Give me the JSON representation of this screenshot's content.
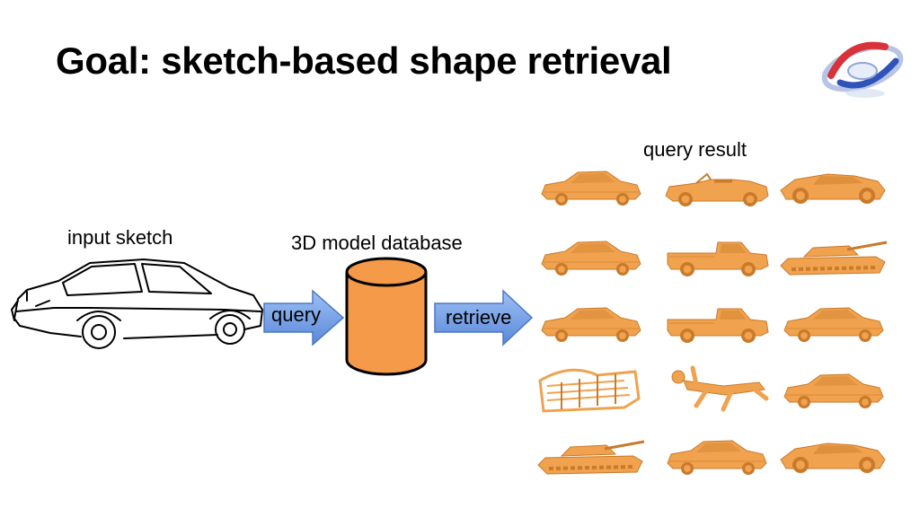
{
  "slide": {
    "title": "Goal: sketch-based shape retrieval"
  },
  "labels": {
    "input_sketch": "input sketch",
    "database": "3D model database",
    "query_result": "query result"
  },
  "arrows": {
    "query": "query",
    "retrieve": "retrieve"
  },
  "colors": {
    "model": "#F0A24E",
    "model_shadow": "#C97A2A",
    "database": "#F49A48",
    "arrow_fill": "#6E9CE6",
    "arrow_stroke": "#4A78C4"
  },
  "results": {
    "rows": [
      [
        "sedan",
        "convertible-sports-car",
        "sports-car"
      ],
      [
        "sedan",
        "pickup-truck",
        "tank"
      ],
      [
        "sedan",
        "pickup-truck",
        "sedan"
      ],
      [
        "bench",
        "human-figure",
        "sedan"
      ],
      [
        "tank",
        "sedan",
        "sports-car"
      ]
    ]
  }
}
